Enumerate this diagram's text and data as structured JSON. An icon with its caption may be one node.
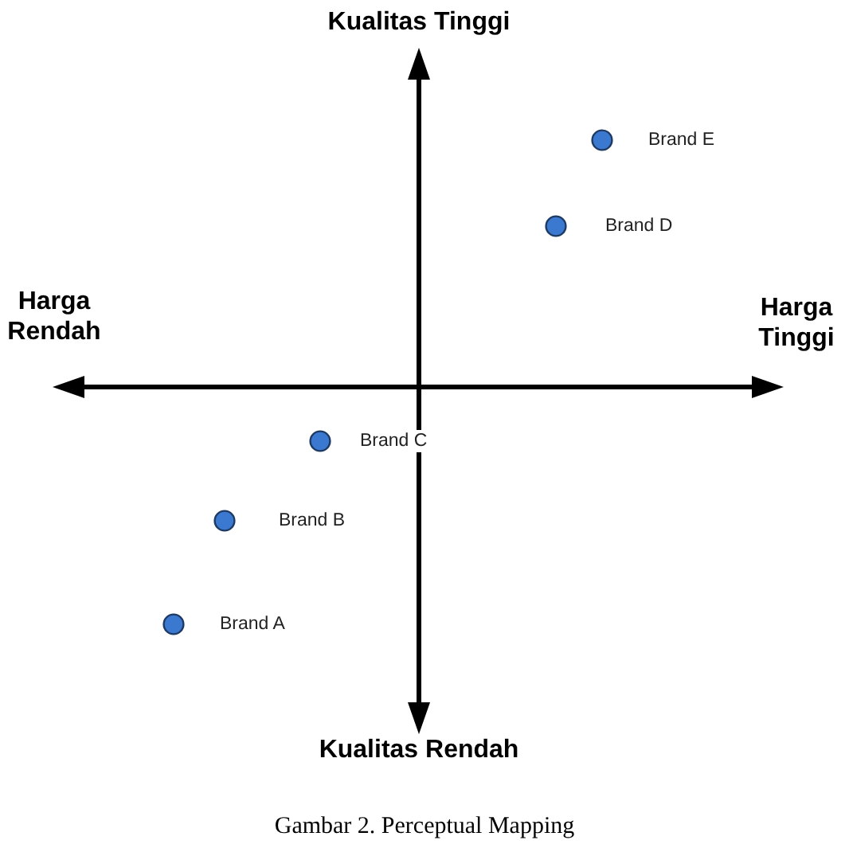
{
  "diagram": {
    "caption": "Gambar 2. Perceptual Mapping",
    "nodes": [
      {
        "text": [],
        "shape": "circle",
        "beside": [
          "Brand E"
        ]
      },
      {
        "text": [],
        "shape": "circle",
        "beside": [
          "Brand D"
        ]
      },
      {
        "text": [],
        "shape": "circle",
        "beside": [
          "Brand C"
        ]
      },
      {
        "text": [],
        "shape": "circle",
        "beside": [
          "Brand B"
        ]
      },
      {
        "text": [],
        "shape": "circle",
        "beside": [
          "Brand A"
        ]
      }
    ],
    "labels": [
      "Kualitas Tinggi",
      "Harga Rendah",
      "Harga Tinggi",
      "Kualitas Rendah"
    ]
  }
}
